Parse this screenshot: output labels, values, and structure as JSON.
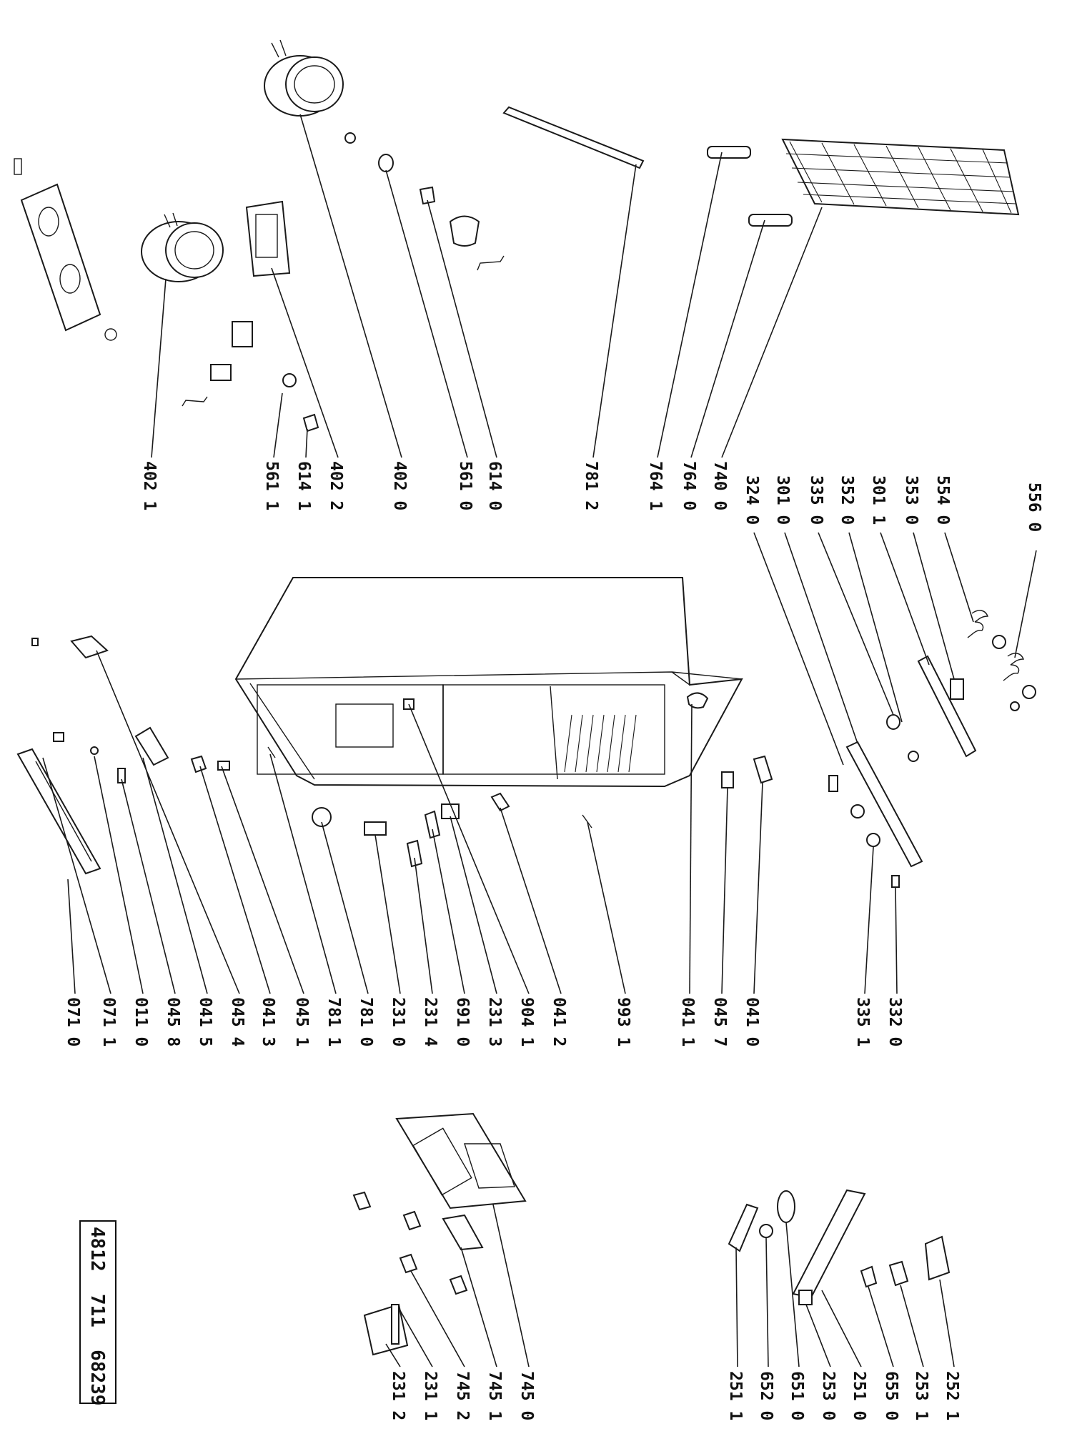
{
  "document_number": "4812  711  68239",
  "callouts": {
    "c4021": "402 1",
    "c5611": "561 1",
    "c6141": "614 1",
    "c4022": "402 2",
    "c4020": "402 0",
    "c5610": "561 0",
    "c6140": "614 0",
    "c7812": "781 2",
    "c7641": "764 1",
    "c7640": "764 0",
    "c7400": "740 0",
    "c3240": "324 0",
    "c3010": "301 0",
    "c3350": "335 0",
    "c3520": "352 0",
    "c3011": "301 1",
    "c3530": "353 0",
    "c5540": "554 0",
    "c5560": "556 0",
    "c0710": "071 0",
    "c0711": "071 1",
    "c0110": "011 0",
    "c0458": "045 8",
    "c0415": "041 5",
    "c0454": "045 4",
    "c0413": "041 3",
    "c0451": "045 1",
    "c7811": "781 1",
    "c7810": "781 0",
    "c2310": "231 0",
    "c2314": "231 4",
    "c6910": "691 0",
    "c2313": "231 3",
    "c9041": "904 1",
    "c0412": "041 2",
    "c9931": "993 1",
    "c0411": "041 1",
    "c0457": "045 7",
    "c0410": "041 0",
    "c3351": "335 1",
    "c3320": "332 0",
    "c2312": "231 2",
    "c2311": "231 1",
    "c7452": "745 2",
    "c7451": "745 1",
    "c7450": "745 0",
    "c2511": "251 1",
    "c6520": "652 0",
    "c6510": "651 0",
    "c2530": "253 0",
    "c2510": "251 0",
    "c6550": "655 0",
    "c2531": "253 1",
    "c2521": "252 1"
  }
}
